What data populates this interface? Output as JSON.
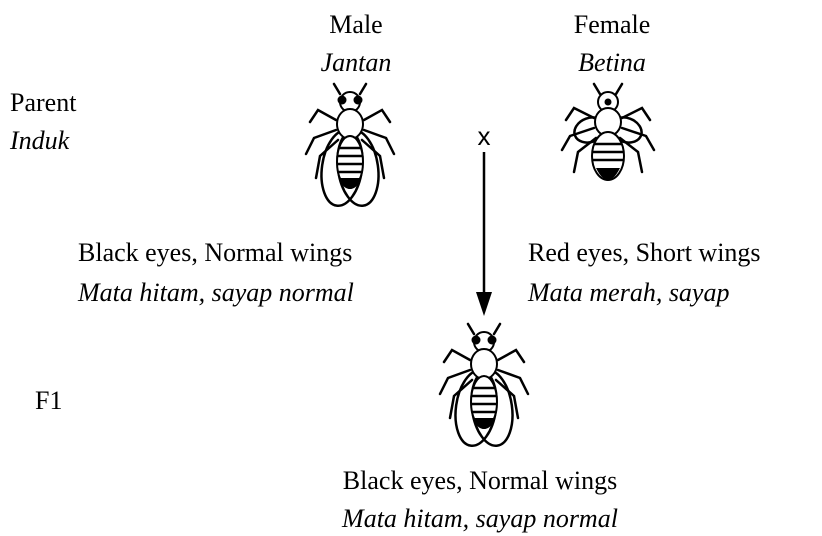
{
  "parents": {
    "label_en": "Parent",
    "label_ms": "Induk",
    "male": {
      "label_en": "Male",
      "label_ms": "Jantan",
      "traits_en": "Black eyes, Normal wings",
      "traits_ms": "Mata hitam, sayap normal"
    },
    "female": {
      "label_en": "Female",
      "label_ms": "Betina",
      "traits_en": "Red eyes, Short wings",
      "traits_ms": "Mata merah, sayap"
    },
    "cross_symbol": "x"
  },
  "offspring": {
    "label": "F1",
    "traits_en": "Black eyes, Normal wings",
    "traits_ms": "Mata hitam, sayap normal"
  },
  "icons": [
    "fruit-fly-icon",
    "arrow-down-icon"
  ]
}
